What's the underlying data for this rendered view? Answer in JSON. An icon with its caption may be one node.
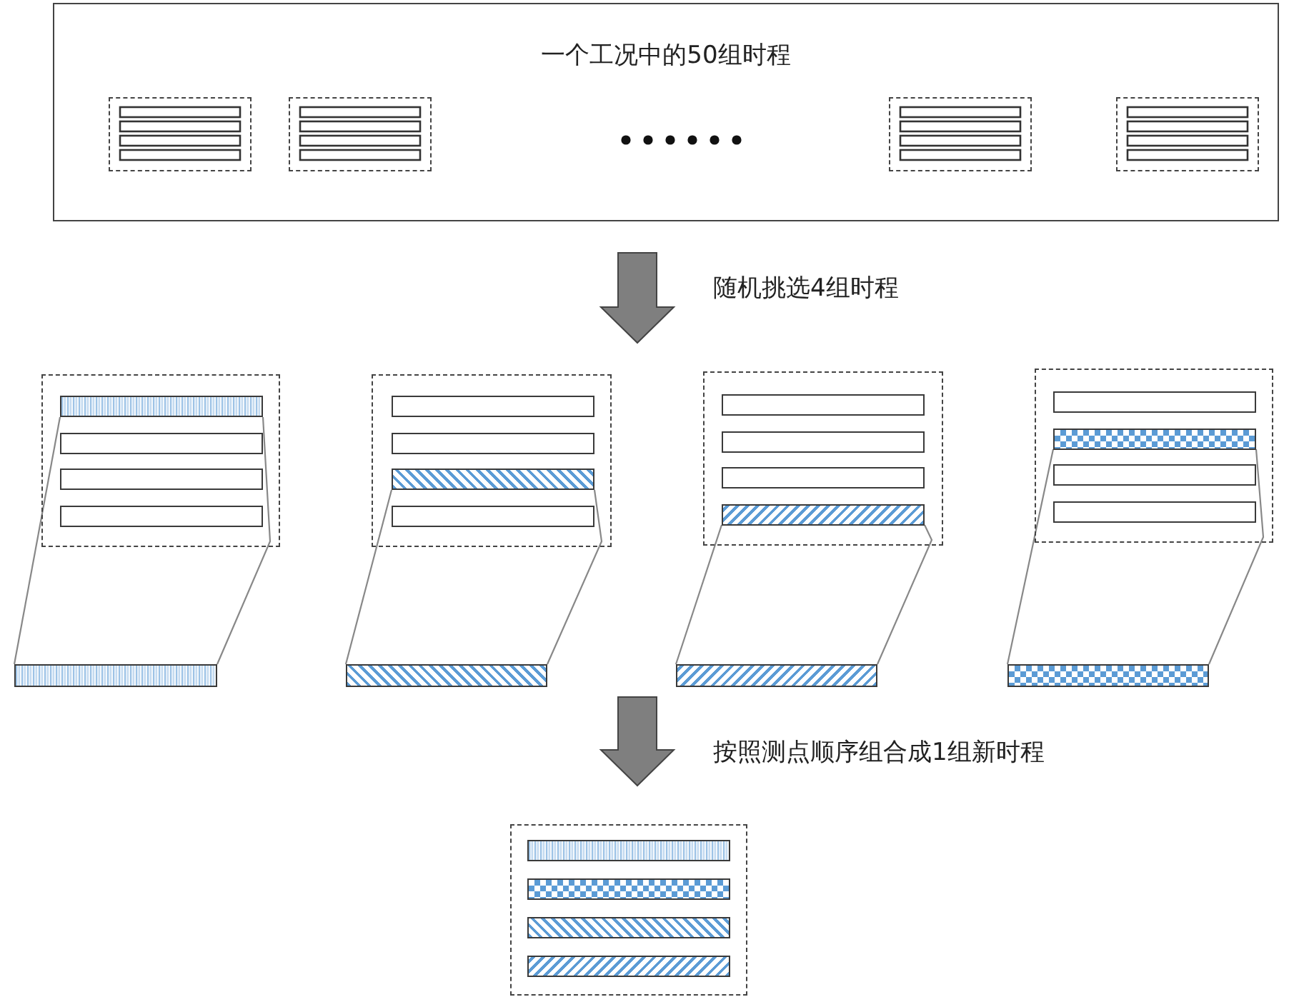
{
  "diagram": {
    "nodes": [
      {
        "text": [
          "一个工况中的50组时程"
        ]
      },
      {
        "text": [],
        "shape": "box",
        "in": 0
      },
      {
        "text": [],
        "shape": "box",
        "in": 0
      },
      {
        "text": [],
        "shape": "box",
        "in": 0
      },
      {
        "text": [],
        "shape": "box",
        "in": 0
      },
      {
        "text": [],
        "shape": "box"
      },
      {
        "text": [],
        "shape": "bar",
        "in": 5
      },
      {
        "text": [],
        "shape": "bar",
        "in": 5
      },
      {
        "text": [],
        "shape": "bar",
        "in": 5
      },
      {
        "text": [],
        "shape": "bar",
        "in": 5
      },
      {
        "text": [],
        "shape": "box"
      },
      {
        "text": [],
        "shape": "bar",
        "in": 10
      },
      {
        "text": [],
        "shape": "bar",
        "in": 10
      },
      {
        "text": [],
        "shape": "bar",
        "in": 10
      },
      {
        "text": [],
        "shape": "bar",
        "in": 10
      },
      {
        "text": [],
        "shape": "box"
      },
      {
        "text": [],
        "shape": "bar",
        "in": 15
      },
      {
        "text": [],
        "shape": "bar",
        "in": 15
      },
      {
        "text": [],
        "shape": "bar",
        "in": 15
      },
      {
        "text": [],
        "shape": "bar",
        "in": 15
      },
      {
        "text": [],
        "shape": "box"
      },
      {
        "text": [],
        "shape": "bar",
        "in": 20
      },
      {
        "text": [],
        "shape": "bar",
        "in": 20
      },
      {
        "text": [],
        "shape": "bar",
        "in": 20
      },
      {
        "text": [],
        "shape": "bar",
        "in": 20
      },
      {
        "text": [],
        "shape": "bar"
      },
      {
        "text": [],
        "shape": "bar"
      },
      {
        "text": [],
        "shape": "bar"
      },
      {
        "text": [],
        "shape": "bar"
      },
      {
        "text": [],
        "shape": "box"
      },
      {
        "text": [],
        "shape": "bar",
        "in": 29
      },
      {
        "text": [],
        "shape": "bar",
        "in": 29
      },
      {
        "text": [],
        "shape": "bar",
        "in": 29
      },
      {
        "text": [],
        "shape": "bar",
        "in": 29
      }
    ],
    "edges": [
      {
        "from": 0,
        "to": null,
        "arrow": "to",
        "label": "随机挑选4组时程",
        "style": "thick"
      },
      {
        "from": 6,
        "to": 25,
        "arrow": "none"
      },
      {
        "from": 6,
        "to": 25,
        "arrow": "none"
      },
      {
        "from": 13,
        "to": 26,
        "arrow": "none"
      },
      {
        "from": 13,
        "to": 26,
        "arrow": "none"
      },
      {
        "from": 19,
        "to": 27,
        "arrow": "none"
      },
      {
        "from": 19,
        "to": 27,
        "arrow": "none"
      },
      {
        "from": 22,
        "to": 28,
        "arrow": "none"
      },
      {
        "from": 22,
        "to": 28,
        "arrow": "none"
      },
      {
        "from": null,
        "to": 29,
        "arrow": "to",
        "label": "按照测点顺序组合成1组新时程",
        "style": "thick"
      }
    ]
  }
}
